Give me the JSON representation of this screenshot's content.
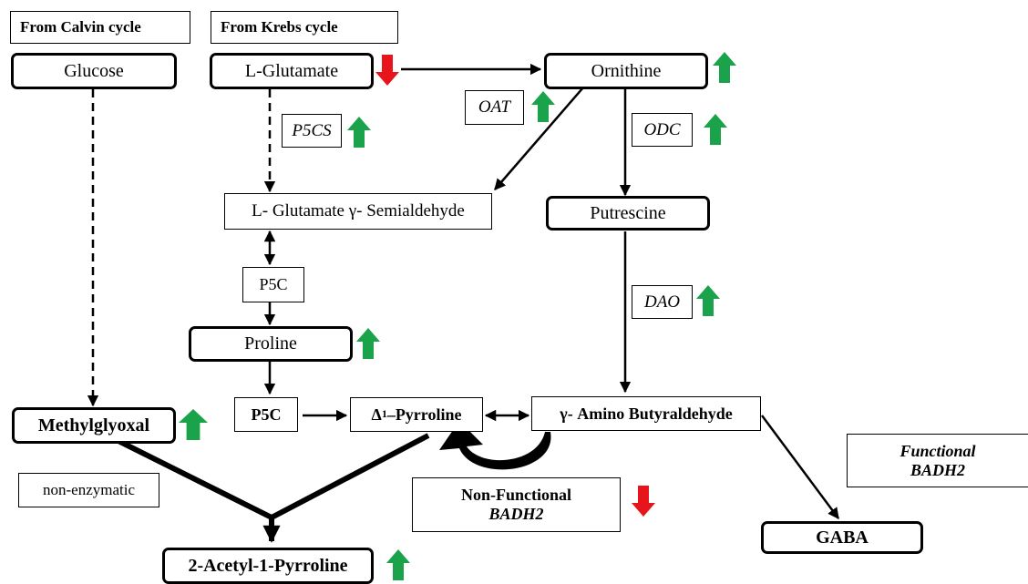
{
  "labels": {
    "calvin": "From Calvin cycle",
    "krebs": "From Krebs cycle"
  },
  "nodes": {
    "glucose": "Glucose",
    "l_glutamate": "L-Glutamate",
    "ornithine": "Ornithine",
    "glutamate_semialdehyde": "L- Glutamate γ- Semialdehyde",
    "putrescine": "Putrescine",
    "p5c_upper": "P5C",
    "proline": "Proline",
    "p5c_lower": "P5C",
    "pyrroline_delta": "Δ",
    "pyrroline_sup": "1",
    "pyrroline_rest": " –Pyrroline",
    "methylglyoxal": "Methylglyoxal",
    "amino_butyraldehyde": "γ- Amino Butyraldehyde",
    "non_enzymatic": "non-enzymatic",
    "acetyl_pyrroline": "2-Acetyl-1-Pyrroline",
    "gaba": "GABA"
  },
  "enzymes": {
    "p5cs": "P5CS",
    "oat": "OAT",
    "odc": "ODC",
    "dao": "DAO"
  },
  "badh2": {
    "nonfunctional_line1": "Non-Functional",
    "nonfunctional_line2": "BADH2",
    "functional_line1": "Functional",
    "functional_line2": "BADH2"
  },
  "indicators": {
    "up_color": "#1aa34a",
    "down_color": "#e8141b",
    "glutamate": "down",
    "ornithine": "up",
    "oat": "up",
    "p5cs": "up",
    "odc": "up",
    "dao": "up",
    "proline": "up",
    "methylglyoxal": "up",
    "nonfunctional_badh2": "down",
    "acetyl_pyrroline": "up"
  }
}
